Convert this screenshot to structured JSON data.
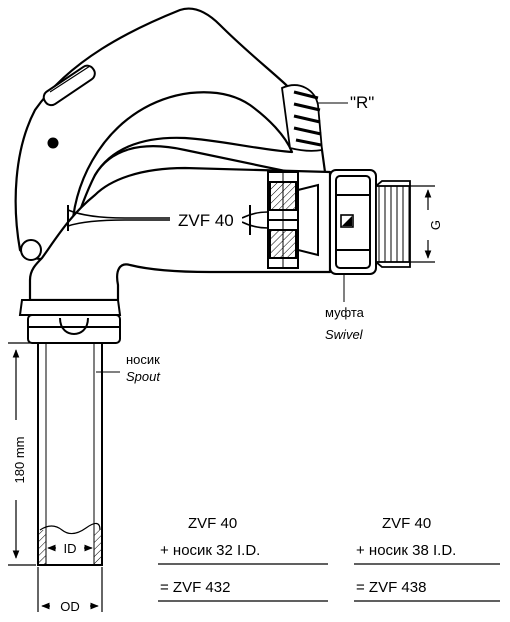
{
  "labels": {
    "r_marker": "\"R\"",
    "model": "ZVF 40",
    "swivel_ru": "муфта",
    "swivel_en": "Swivel",
    "spout_ru": "носик",
    "spout_en": "Spout",
    "g_dim": "G",
    "length_dim": "180 mm",
    "id_dim": "ID",
    "od_dim": "OD"
  },
  "combos": [
    {
      "base": "ZVF 40",
      "plus": "+  носик 32 I.D.",
      "result": "=  ZVF 432"
    },
    {
      "base": "ZVF 40",
      "plus": "+ носик 38 I.D.",
      "result": "=  ZVF 438"
    }
  ],
  "colors": {
    "ink": "#000000",
    "paper": "#ffffff",
    "shade": "#d8d8d8"
  }
}
